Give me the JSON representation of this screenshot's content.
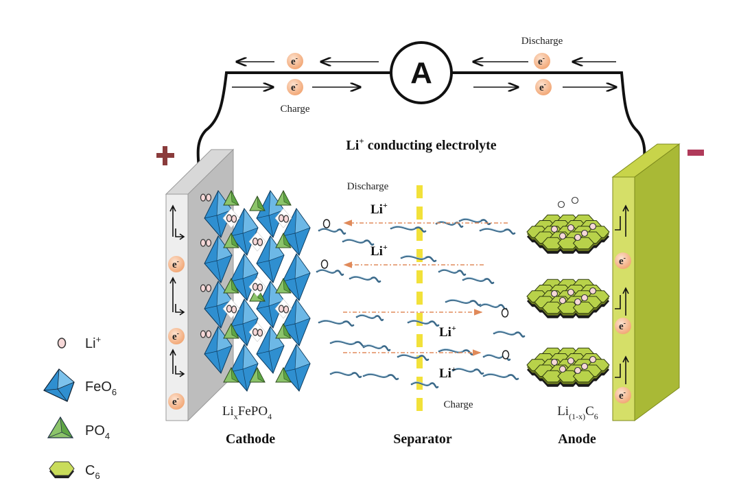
{
  "meter": {
    "label": "A"
  },
  "terminals": {
    "positive": "+",
    "negative": "−"
  },
  "circuit": {
    "discharge_label": "Discharge",
    "charge_label": "Charge",
    "electron": {
      "base": "e",
      "sup": "-"
    }
  },
  "electrolyte": {
    "title_base": "Li",
    "title_sup": "+",
    "title_rest": " conducting electrolyte",
    "discharge_label": "Discharge",
    "charge_label": "Charge",
    "li_ion": {
      "base": "Li",
      "sup": "+"
    }
  },
  "cathode": {
    "formula": {
      "p1": "Li",
      "sub1": "x",
      "p2": "FePO",
      "sub2": "4"
    },
    "label": "Cathode"
  },
  "separator": {
    "label": "Separator"
  },
  "anode": {
    "formula": {
      "p1": "Li",
      "sub1": "(1-x)",
      "p2": "C",
      "sub2": "6"
    },
    "label": "Anode"
  },
  "legend": [
    {
      "base": "Li",
      "sup": "+",
      "sub": ""
    },
    {
      "base": "FeO",
      "sup": "",
      "sub": "6"
    },
    {
      "base": "PO",
      "sup": "",
      "sub": "4"
    },
    {
      "base": "C",
      "sup": "",
      "sub": "6"
    }
  ],
  "colors": {
    "feo6": "#2f8fd0",
    "po4": "#8cc46a",
    "c6": "#b8d24a",
    "anode_plate": "#b4c43a",
    "cathode_plate": "#e6e6e6",
    "separator": "#f2e13a",
    "electron": "#f4b890",
    "li_ion": "#f6d8d8",
    "ion_arrow": "#e08a5a"
  }
}
